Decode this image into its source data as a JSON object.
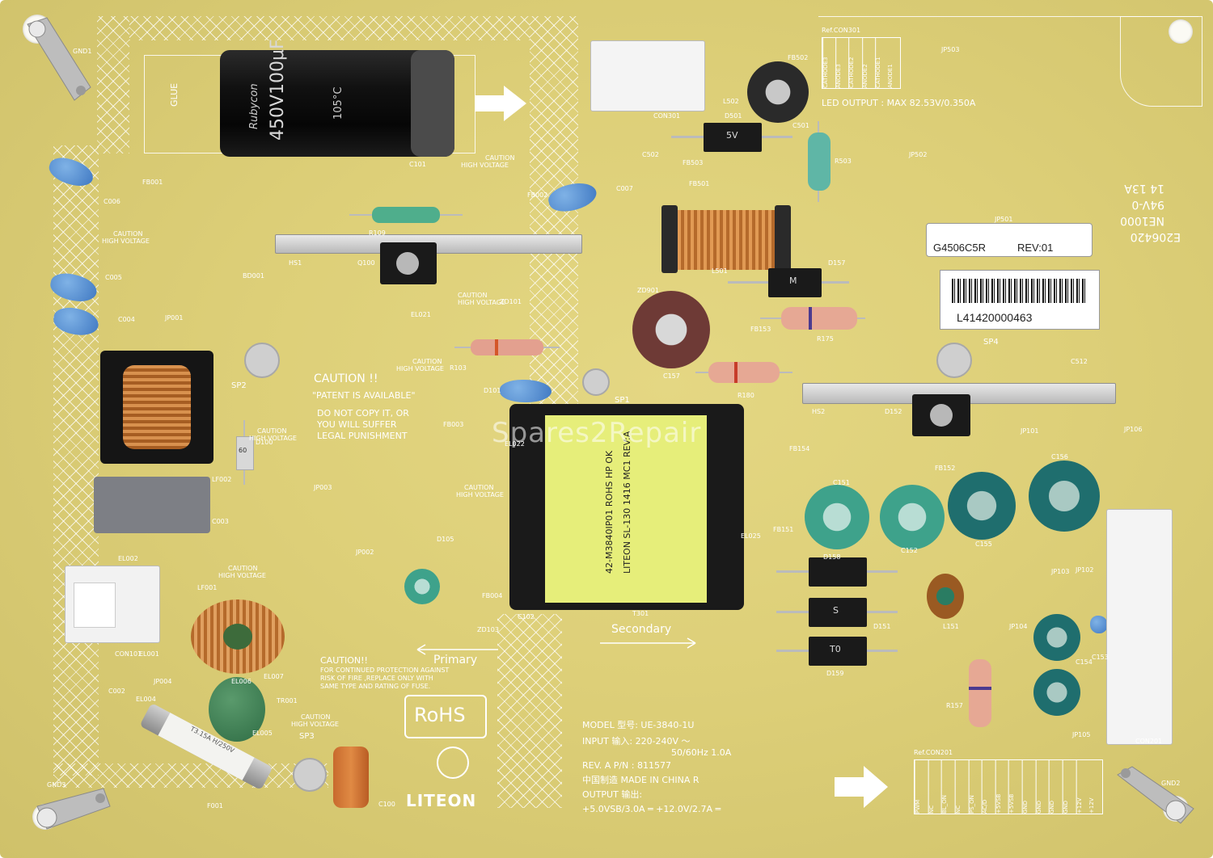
{
  "watermark": "Spares2Repair",
  "board_labels": {
    "model_label": "G4506C5R",
    "rev_label": "REV:01",
    "serial": "L41420000463",
    "ul_code": "E206420",
    "ne_code": "NE1000",
    "ul_rating": "94V-0",
    "date_code": "14 13A"
  },
  "silkscreen": {
    "caution_title": "CAUTION !!",
    "patent": "\"PATENT IS AVAILABLE\"",
    "copy_line1": "DO NOT COPY IT, OR",
    "copy_line2": "YOU WILL SUFFER",
    "copy_line3": "LEGAL PUNISHMENT",
    "caution_hv": "CAUTION",
    "high_voltage": "HIGH VOLTAGE",
    "fuse_caution_title": "CAUTION!!",
    "fuse_caution_1": "FOR CONTINUED PROTECTION AGAINST",
    "fuse_caution_2": "RISK OF FIRE ,REPLACE ONLY WITH",
    "fuse_caution_3": "SAME TYPE AND RATING OF FUSE.",
    "led_output": "LED OUTPUT : MAX 82.53V/0.350A",
    "primary": "Primary",
    "secondary": "Secondary",
    "rohs": "RoHS",
    "brand": "LITEON",
    "glue": "GLUE",
    "model_line": "MODEL  型号: UE-3840-1U",
    "input_line1": "INPUT  输入:  220-240V ～",
    "input_line2": "50/60Hz 1.0A",
    "rev_line": "REV. A      P/N : 811577",
    "made_line": "中国制造      MADE IN CHINA    R",
    "output_line": "OUTPUT  输出:",
    "output_values": "+5.0VSB/3.0A  ═  +12.0V/2.7A  ═",
    "ref_con301": "Ref.CON301",
    "ref_con201": "Ref.CON201"
  },
  "con301_pins": [
    "ANODE1",
    "CATHODE1",
    "ANODE2",
    "CATHODE2",
    "ANODE3",
    "CATHODE3"
  ],
  "con201_pins": [
    "PWM",
    "NC",
    "BL_ON",
    "NC",
    "PS_ON",
    "AC/D",
    "+5VSB",
    "+5VSB",
    "GND",
    "GND",
    "GND",
    "GND",
    "+12V",
    "+12V"
  ],
  "parts": {
    "cap_main": "450V100μF",
    "cap_temp": "105°C",
    "cap_brand": "Rubycon",
    "transformer_1": "42-M3840IP01 ROHS HP OK",
    "transformer_2": "LITEON SL-130 1416 MC1 REV:A",
    "fuse": "T3.15A H/250V",
    "diode_5v": "5V",
    "diode_m": "M",
    "diode_60": "60",
    "diode_s": "S",
    "diode_t0": "T0"
  },
  "refdes": [
    "FB001",
    "C006",
    "C101",
    "C005",
    "C004",
    "JP001",
    "BD001",
    "HS1",
    "Q100",
    "R109",
    "EL021",
    "FB002",
    "C007",
    "JP003",
    "JP002",
    "SP2",
    "SP1",
    "SP3",
    "SP4",
    "D100",
    "LF002",
    "C003",
    "EL002",
    "CON101",
    "EL001",
    "LF001",
    "EL007",
    "EL006",
    "EL004",
    "EL005",
    "TR001",
    "C002",
    "JP004",
    "F001",
    "CON301",
    "D501",
    "L502",
    "FB502",
    "C501",
    "R503",
    "C502",
    "FB503",
    "FB501",
    "L501",
    "ZD901",
    "D157",
    "R175",
    "FB153",
    "C157",
    "R180",
    "R103",
    "D101",
    "FB003",
    "ZD101",
    "D105",
    "FB004",
    "ZD103",
    "C102",
    "T301",
    "EL022",
    "EL025",
    "D152",
    "FB152",
    "FB154",
    "FB151",
    "C151",
    "C152",
    "C155",
    "C156",
    "D158",
    "D151",
    "D159",
    "L151",
    "JP101",
    "JP106",
    "HS2",
    "JP103",
    "JP102",
    "JP104",
    "JP105",
    "C153",
    "C154",
    "R157",
    "CON201",
    "JP501",
    "JP502",
    "JP503",
    "C512",
    "GND1",
    "GND2",
    "GND3",
    "C100"
  ]
}
